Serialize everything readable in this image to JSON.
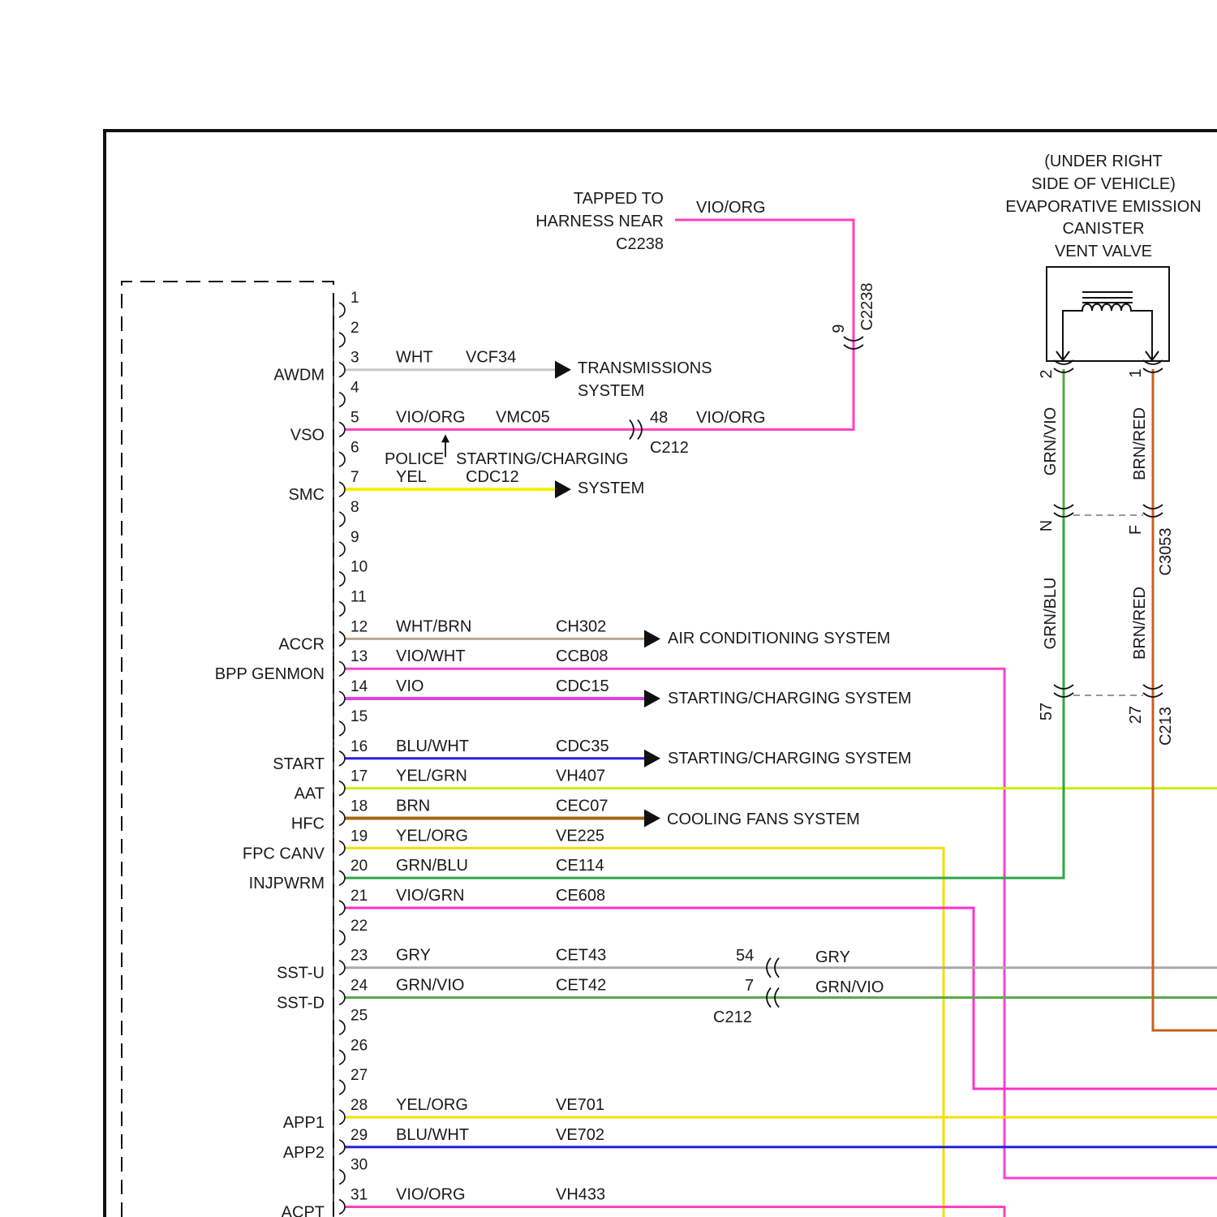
{
  "colors": {
    "WHT": "#c8c8c8",
    "VIO/ORG": "#ff3fbf",
    "VIO": "#e040e0",
    "YEL": "#f2f200",
    "WHT/BRN": "#b8a890",
    "VIO/WHT": "#ff40d0",
    "BLU/WHT": "#2020e0",
    "YEL/GRN": "#c8f000",
    "BRN": "#a06a10",
    "YEL/ORG": "#f2e000",
    "GRN/BLU": "#2ea84a",
    "VIO/GRN": "#ff30c8",
    "GRY": "#a8a8a8",
    "GRN/VIO": "#5aa84a",
    "BRN/RED": "#c8601a",
    "outline": "#111111"
  },
  "pins": [
    {
      "num": "1"
    },
    {
      "num": "2"
    },
    {
      "num": "3",
      "signal": "AWDM",
      "color": "WHT",
      "circuit": "VCF34"
    },
    {
      "num": "4"
    },
    {
      "num": "5",
      "signal": "VSO",
      "color": "VIO/ORG",
      "circuit": "VMC05"
    },
    {
      "num": "6"
    },
    {
      "num": "7",
      "signal": "SMC",
      "color": "YEL",
      "circuit": "CDC12"
    },
    {
      "num": "8"
    },
    {
      "num": "9"
    },
    {
      "num": "10"
    },
    {
      "num": "11"
    },
    {
      "num": "12",
      "signal": "ACCR",
      "color": "WHT/BRN",
      "circuit": "CH302"
    },
    {
      "num": "13",
      "signal": "BPP GENMON",
      "color": "VIO/WHT",
      "circuit": "CCB08"
    },
    {
      "num": "14",
      "color": "VIO",
      "circuit": "CDC15"
    },
    {
      "num": "15"
    },
    {
      "num": "16",
      "signal": "START",
      "color": "BLU/WHT",
      "circuit": "CDC35"
    },
    {
      "num": "17",
      "signal": "AAT",
      "color": "YEL/GRN",
      "circuit": "VH407"
    },
    {
      "num": "18",
      "signal": "HFC",
      "color": "BRN",
      "circuit": "CEC07"
    },
    {
      "num": "19",
      "signal": "FPC CANV",
      "color": "YEL/ORG",
      "circuit": "VE225"
    },
    {
      "num": "20",
      "signal": "INJPWRM",
      "color": "GRN/BLU",
      "circuit": "CE114"
    },
    {
      "num": "21",
      "color": "VIO/GRN",
      "circuit": "CE608"
    },
    {
      "num": "22"
    },
    {
      "num": "23",
      "signal": "SST-U",
      "color": "GRY",
      "circuit": "CET43"
    },
    {
      "num": "24",
      "signal": "SST-D",
      "color": "GRN/VIO",
      "circuit": "CET42"
    },
    {
      "num": "25"
    },
    {
      "num": "26"
    },
    {
      "num": "27"
    },
    {
      "num": "28",
      "signal": "APP1",
      "color": "YEL/ORG",
      "circuit": "VE701"
    },
    {
      "num": "29",
      "signal": "APP2",
      "color": "BLU/WHT",
      "circuit": "VE702"
    },
    {
      "num": "30"
    },
    {
      "num": "31",
      "signal": "ACPT",
      "color": "VIO/ORG",
      "circuit": "VH433"
    }
  ],
  "destinations": {
    "transmission": [
      "TRANSMISSIONS",
      "SYSTEM"
    ],
    "police": "POLICE",
    "starting_charging_7": [
      "STARTING/CHARGING",
      "SYSTEM"
    ],
    "ac": "AIR CONDITIONING SYSTEM",
    "starting_charging_14": "STARTING/CHARGING SYSTEM",
    "starting_charging_16": "STARTING/CHARGING SYSTEM",
    "cooling": "COOLING FANS SYSTEM"
  },
  "tap": {
    "lines": [
      "TAPPED TO",
      "HARNESS NEAR",
      "C2238"
    ],
    "wire_color": "VIO/ORG"
  },
  "connectors": {
    "c2238": {
      "name": "C2238",
      "pin": "9"
    },
    "c212_upper": {
      "name": "C212",
      "pin": "48",
      "wire_color": "VIO/ORG"
    },
    "c212_lower": {
      "name": "C212",
      "pin_a": "54",
      "pin_b": "7",
      "color_a": "GRY",
      "color_b": "GRN/VIO"
    },
    "c3053": {
      "name": "C3053",
      "pin_a": "N",
      "pin_b": "F"
    },
    "c213": {
      "name": "C213",
      "pin_a": "57",
      "pin_b": "27"
    }
  },
  "component": {
    "lines": [
      "(UNDER RIGHT",
      "SIDE OF VEHICLE)",
      "EVAPORATIVE EMISSION",
      "CANISTER",
      "VENT VALVE"
    ],
    "pin_left": "2",
    "pin_right": "1"
  },
  "vertical_wires": {
    "left_upper": "GRN/VIO",
    "right_upper": "BRN/RED",
    "left_lower": "GRN/BLU",
    "right_lower": "BRN/RED"
  }
}
